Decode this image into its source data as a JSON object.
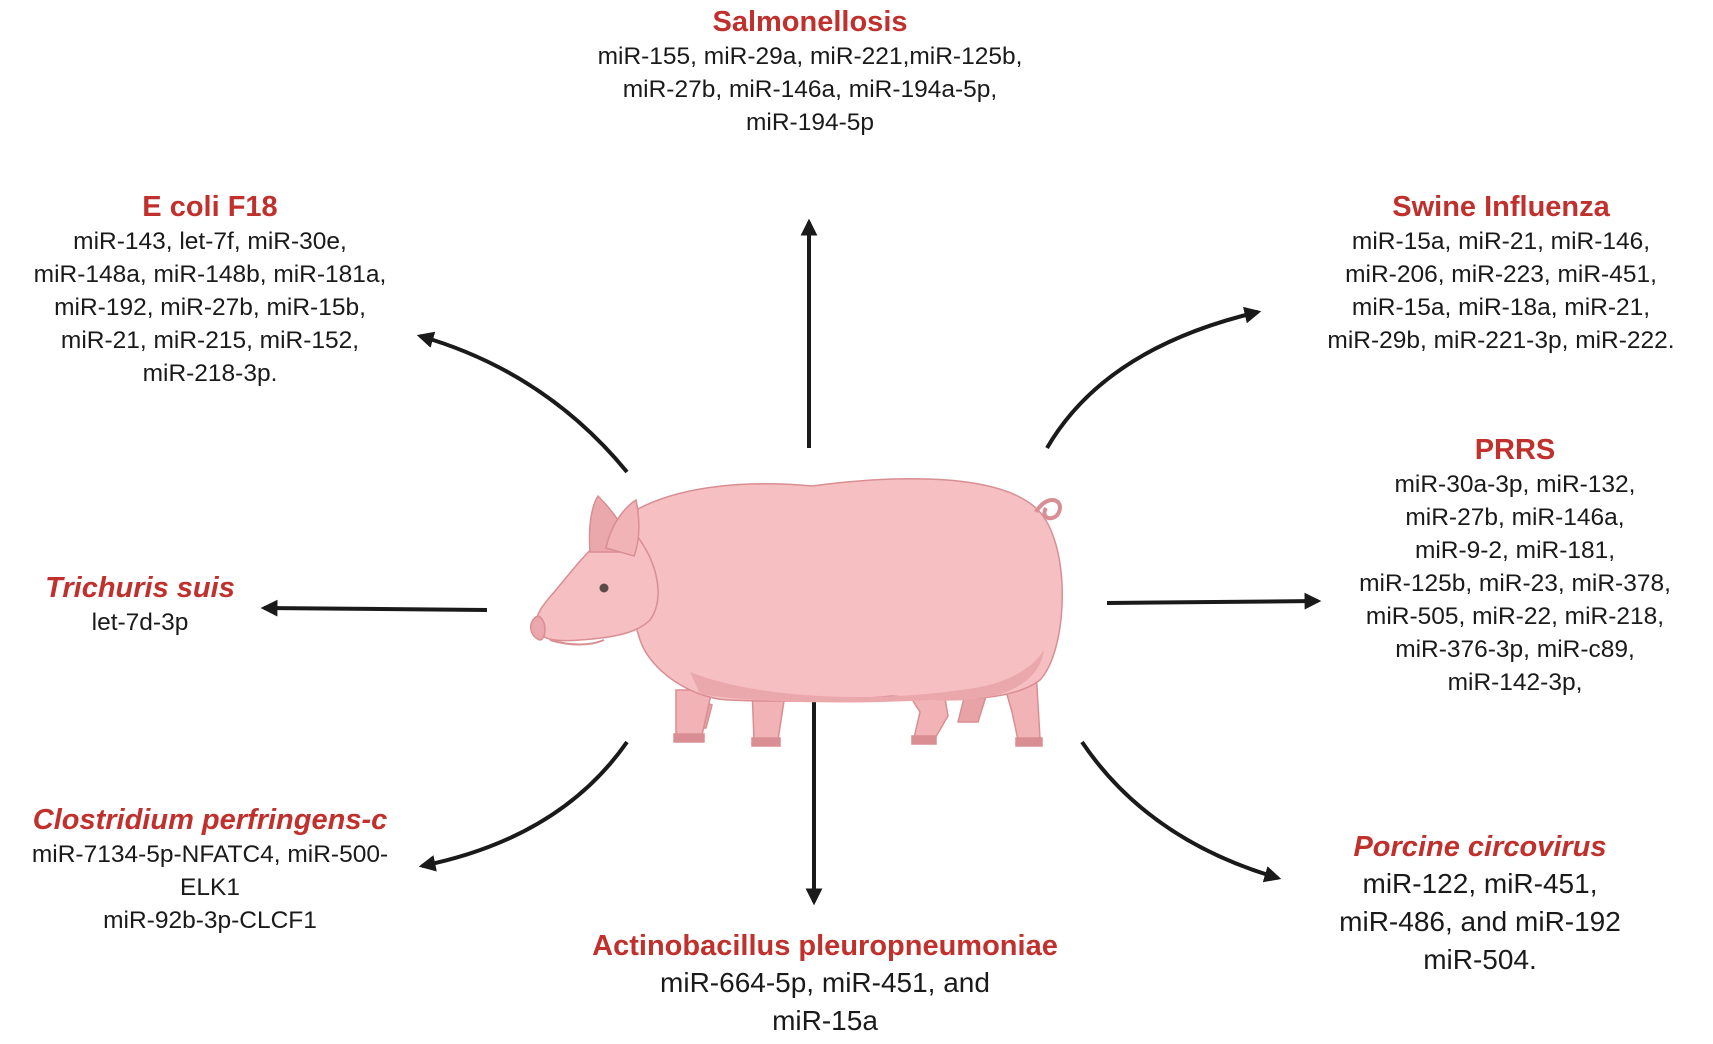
{
  "diseases": {
    "salmonellosis": {
      "title": "Salmonellosis",
      "lines": [
        "miR-155, miR-29a, miR-221,miR-125b,",
        "miR-27b, miR-146a, miR-194a-5p,",
        "miR-194-5p"
      ]
    },
    "ecoli": {
      "title": "E coli F18",
      "lines": [
        "miR-143, let-7f, miR-30e,",
        "miR-148a, miR-148b, miR-181a,",
        "miR-192, miR-27b, miR-15b,",
        "miR-21, miR-215, miR-152,",
        "miR-218-3p."
      ]
    },
    "influenza": {
      "title": "Swine Influenza",
      "lines": [
        "miR-15a, miR-21, miR-146,",
        "miR-206, miR-223, miR-451,",
        "miR-15a, miR-18a, miR-21,",
        "miR-29b, miR-221-3p, miR-222."
      ]
    },
    "prrs": {
      "title": "PRRS",
      "lines": [
        "miR-30a-3p, miR-132,",
        "miR-27b, miR-146a,",
        "miR-9-2, miR-181,",
        "miR-125b, miR-23, miR-378,",
        "miR-505, miR-22, miR-218,",
        "miR-376-3p, miR-c89,",
        "miR-142-3p,"
      ]
    },
    "trichuris": {
      "title": "Trichuris suis",
      "lines": [
        "let-7d-3p"
      ]
    },
    "clostridium": {
      "title": "Clostridium perfringens-c",
      "lines": [
        "miR-7134-5p-NFATC4, miR-500-",
        "ELK1",
        "miR-92b-3p-CLCF1"
      ]
    },
    "actinobacillus": {
      "title": "Actinobacillus pleuropneumoniae",
      "lines": [
        "miR-664-5p, miR-451, and",
        "miR-15a"
      ]
    },
    "circovirus": {
      "title": "Porcine circovirus",
      "lines": [
        "miR-122, miR-451,",
        "miR-486, and miR-192",
        "miR-504."
      ]
    }
  },
  "colors": {
    "title": "#c0302c",
    "arrow": "#1a1a1a",
    "pig_body": "#f6bfc1",
    "pig_shade": "#e8a3a7",
    "pig_outline": "#d98e93"
  }
}
